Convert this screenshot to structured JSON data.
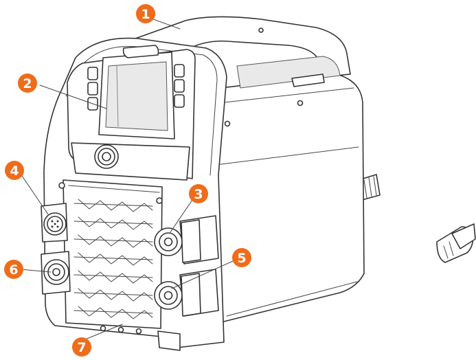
{
  "accent_color": "#ef6c1a",
  "callouts": [
    {
      "id": 1,
      "label": "1"
    },
    {
      "id": 2,
      "label": "2"
    },
    {
      "id": 3,
      "label": "3"
    },
    {
      "id": 4,
      "label": "4"
    },
    {
      "id": 5,
      "label": "5"
    },
    {
      "id": 6,
      "label": "6"
    },
    {
      "id": 7,
      "label": "7"
    }
  ]
}
